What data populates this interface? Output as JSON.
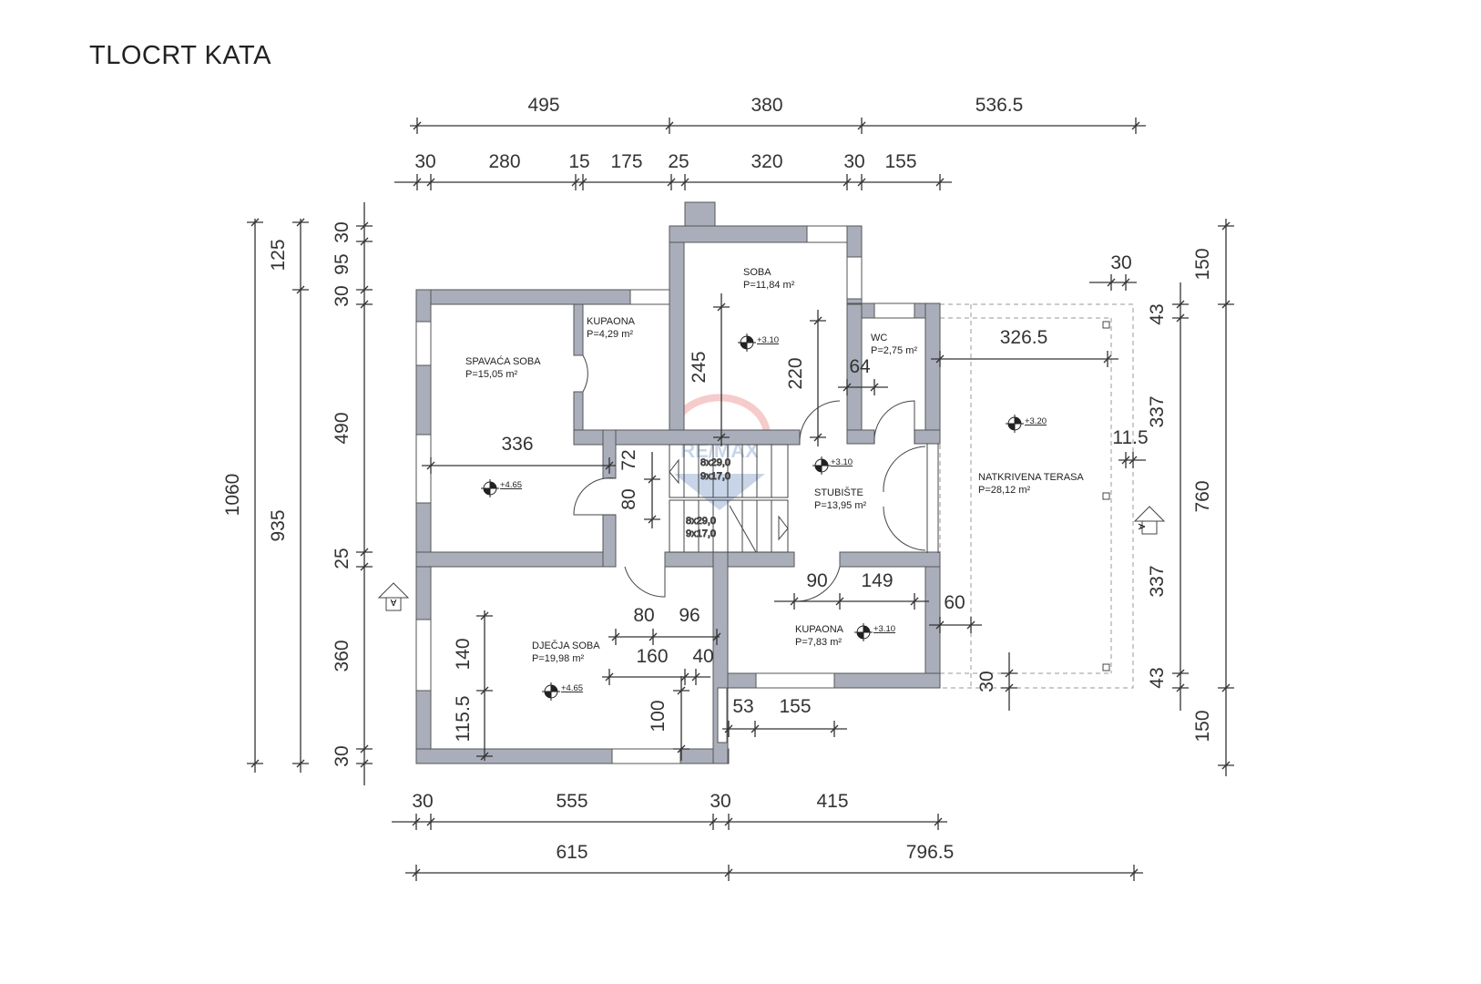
{
  "title": "TLOCRT KATA",
  "watermark": "RE/MAX",
  "rooms": [
    {
      "name": "SPAVAĆA SOBA",
      "area": "P=15,05 m²",
      "level": "+4.65"
    },
    {
      "name": "KUPAONA",
      "area": "P=4,29 m²"
    },
    {
      "name": "SOBA",
      "area": "P=11,84 m²",
      "level": "+3.10"
    },
    {
      "name": "WC",
      "area": "P=2,75 m²"
    },
    {
      "name": "STUBIŠTE",
      "area": "P=13,95 m²",
      "level": "+3.10"
    },
    {
      "name": "NATKRIVENA TERASA",
      "area": "P=28,12 m²",
      "level": "+3.20"
    },
    {
      "name": "DJEČJA SOBA",
      "area": "P=19,98 m²",
      "level": "+4.65"
    },
    {
      "name": "KUPAONA",
      "area": "P=7,83 m²",
      "level": "+3.10"
    }
  ],
  "stairs": [
    {
      "treads": "8x29,0",
      "risers": "9x17,0"
    },
    {
      "treads": "8x29,0",
      "risers": "9x17,0"
    }
  ],
  "section_marker": "A",
  "dimensions": {
    "top_overall": [
      "495",
      "380",
      "536.5"
    ],
    "top_detail": [
      "30",
      "280",
      "15",
      "175",
      "25",
      "320",
      "30",
      "155"
    ],
    "bottom_detail": [
      "30",
      "555",
      "30",
      "415"
    ],
    "bottom_overall": [
      "615",
      "796.5"
    ],
    "left_overall": [
      "1060",
      "935",
      "125"
    ],
    "left_detail": [
      "30",
      "95",
      "30",
      "490",
      "25",
      "360",
      "30"
    ],
    "right": [
      "150",
      "43",
      "337",
      "11.5",
      "760",
      "337",
      "43",
      "150",
      "30",
      "326.5"
    ],
    "interior": [
      "336",
      "72",
      "80",
      "245",
      "220",
      "64",
      "90",
      "149",
      "60",
      "80",
      "96",
      "160",
      "40",
      "140",
      "115.5",
      "100",
      "53",
      "155",
      "30"
    ]
  }
}
